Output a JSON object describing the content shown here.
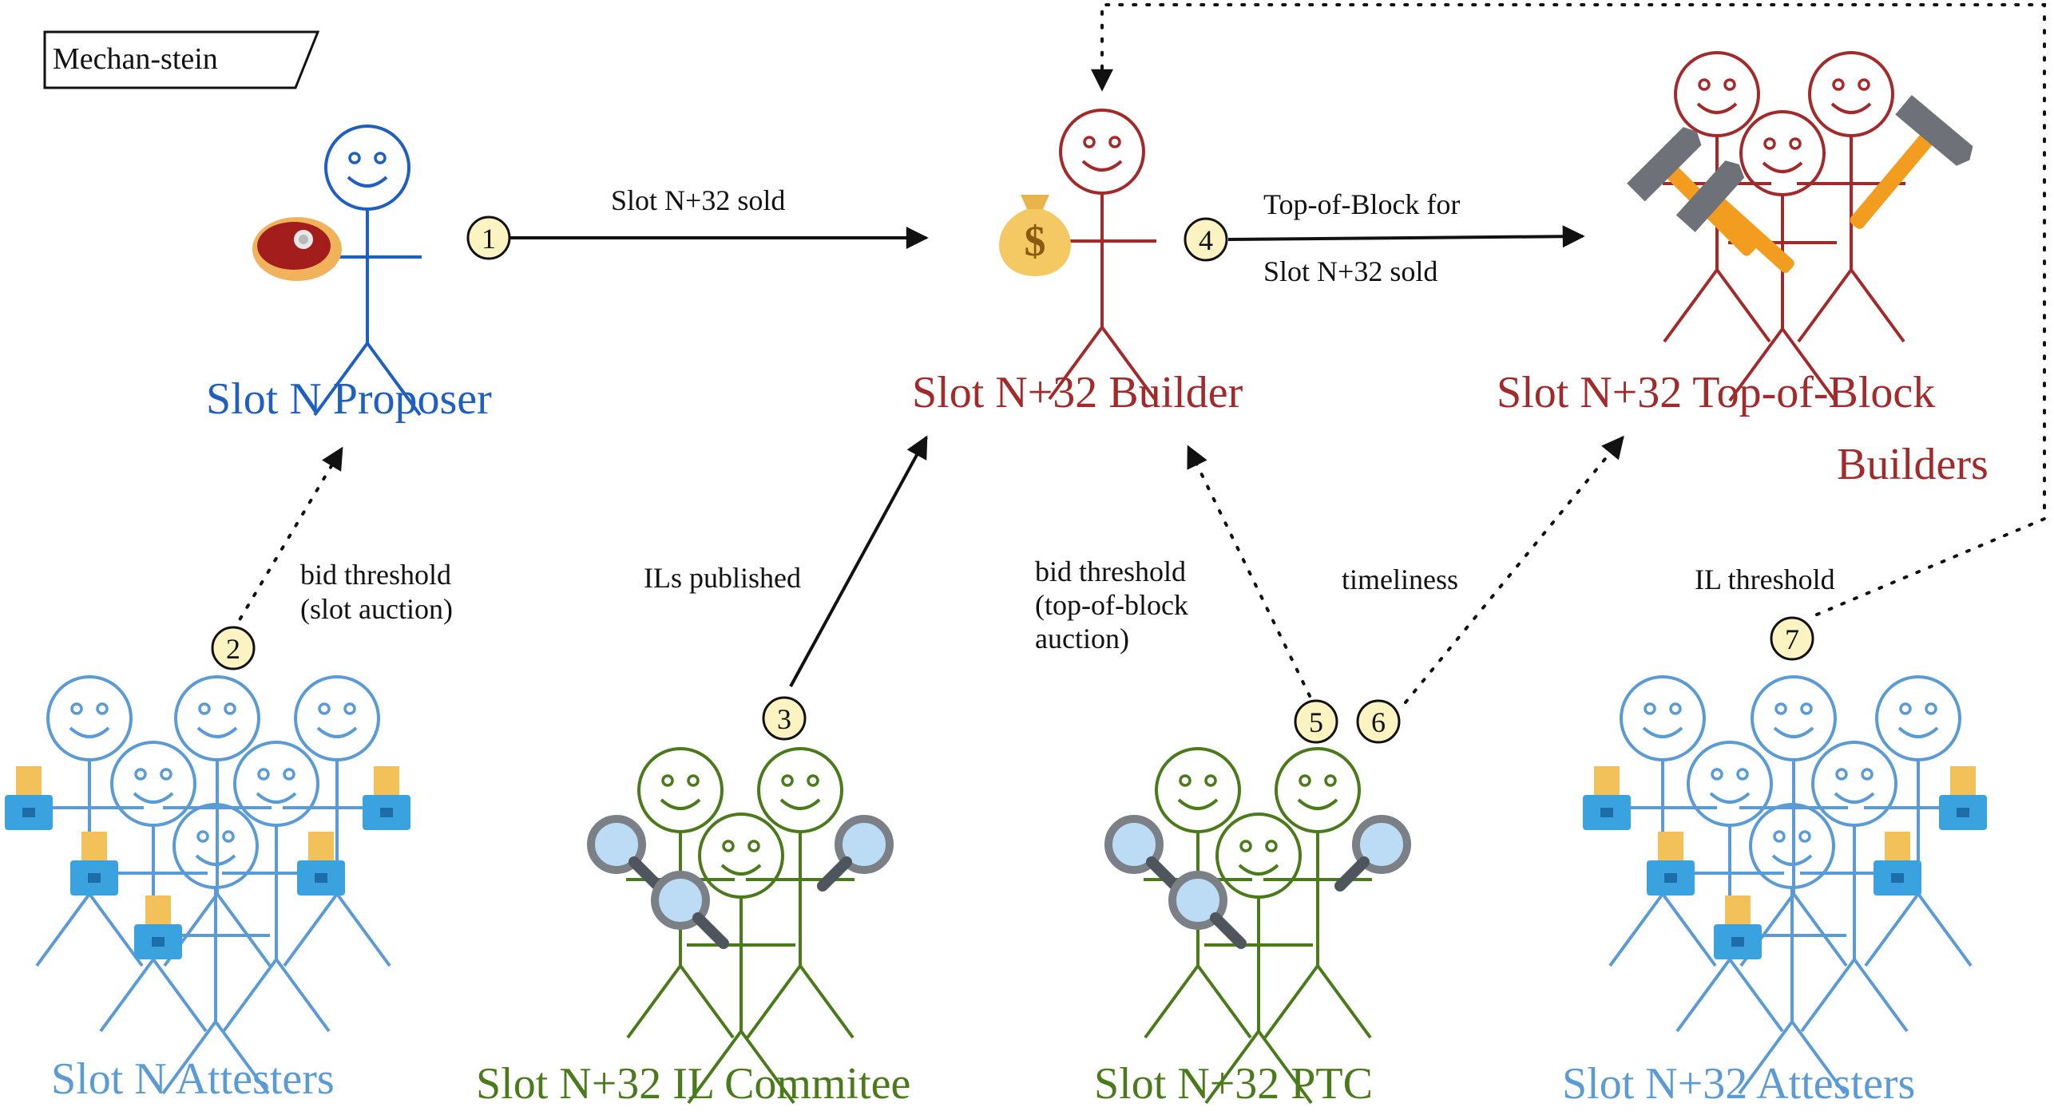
{
  "tag": {
    "label": "Mechan-stein"
  },
  "colors": {
    "proposer": "#1f5fbf",
    "builder": "#a22a2a",
    "committee": "#4b7a1a",
    "attester": "#5b9bd5",
    "badge_fill": "#fbf3c2",
    "hammer": "#f29d1f",
    "money": "#f4c862",
    "meat": "#a31d1d",
    "lens": "#bcdcf5",
    "ballot": "#3ba2e0"
  },
  "roles": {
    "proposer": "Slot N Proposer",
    "builder": "Slot N+32 Builder",
    "tob_line1": "Slot N+32 Top-of-Block",
    "tob_line2": "Builders",
    "attesters_n": "Slot N Attesters",
    "il_committee": "Slot N+32 IL Commitee",
    "ptc": "Slot N+32 PTC",
    "attesters_n32": "Slot N+32 Attesters"
  },
  "edges": {
    "e1": "Slot N+32 sold",
    "e4_line1": "Top-of-Block for",
    "e4_line2": "Slot N+32 sold",
    "e2_line1": "bid threshold",
    "e2_line2": "(slot auction)",
    "e3": "ILs published",
    "e5_line1": "bid threshold",
    "e5_line2": "(top-of-block",
    "e5_line3": "auction)",
    "e6": "timeliness",
    "e7": "IL threshold"
  },
  "badges": [
    "1",
    "2",
    "3",
    "4",
    "5",
    "6",
    "7"
  ],
  "icons": {
    "proposer": "meat-icon",
    "builder": "money-bag-icon",
    "tob": "hammer-icon",
    "attesters": "ballot-box-icon",
    "committee": "magnifier-icon"
  }
}
